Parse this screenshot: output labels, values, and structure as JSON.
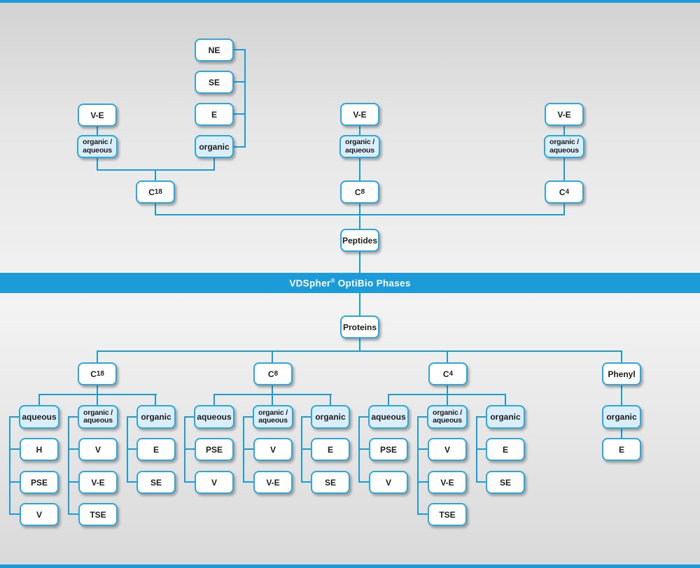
{
  "banner": {
    "label": "VDSpher® OptiBio Phases",
    "color": "#1b9bd7"
  },
  "colors": {
    "line_blue": "#1b9bd7",
    "box_border": "#2ea7dc",
    "box_fill_white": "#ffffff",
    "box_fill_light_blue": "#d9edfa",
    "text_dark": "#1d1d1b",
    "banner_text": "#ffffff"
  },
  "peptides_section": {
    "peptides": "Peptides",
    "c18": {
      "phase": "C18",
      "ve": "V-E",
      "organic_aqueous": "organic /\naqueous",
      "organic": "organic",
      "organic_types": [
        "NE",
        "SE",
        "E"
      ]
    },
    "c8": {
      "phase": "C8",
      "ve": "V-E",
      "organic_aqueous": "organic /\naqueous"
    },
    "c4": {
      "phase": "C4",
      "ve": "V-E",
      "organic_aqueous": "organic /\naqueous"
    }
  },
  "proteins_section": {
    "proteins": "Proteins",
    "c18": {
      "phase": "C18",
      "aqueous": {
        "label": "aqueous",
        "types": [
          "H",
          "PSE",
          "V"
        ]
      },
      "organic_aqueous": {
        "label": "organic /\naqueous",
        "types": [
          "V",
          "V-E",
          "TSE"
        ]
      },
      "organic": {
        "label": "organic",
        "types": [
          "E",
          "SE"
        ]
      }
    },
    "c8": {
      "phase": "C8",
      "aqueous": {
        "label": "aqueous",
        "types": [
          "PSE",
          "V"
        ]
      },
      "organic_aqueous": {
        "label": "organic /\naqueous",
        "types": [
          "V",
          "V-E"
        ]
      },
      "organic": {
        "label": "organic",
        "types": [
          "E",
          "SE"
        ]
      }
    },
    "c4": {
      "phase": "C4",
      "aqueous": {
        "label": "aqueous",
        "types": [
          "PSE",
          "V"
        ]
      },
      "organic_aqueous": {
        "label": "organic /\naqueous",
        "types": [
          "V",
          "V-E",
          "TSE"
        ]
      },
      "organic": {
        "label": "organic",
        "types": [
          "E",
          "SE"
        ]
      }
    },
    "phenyl": {
      "phase": "Phenyl",
      "organic": {
        "label": "organic",
        "types": [
          "E"
        ]
      }
    }
  }
}
